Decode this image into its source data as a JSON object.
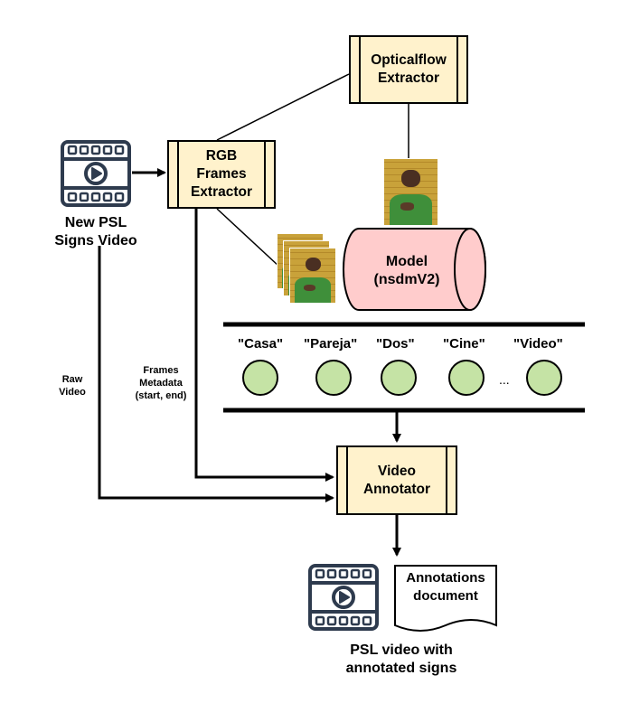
{
  "processes": {
    "opticalflow": "Opticalflow\nExtractor",
    "rgb": "RGB\nFrames\nExtractor",
    "annotator": "Video\nAnnotator"
  },
  "input_label": "New PSL\nSigns Video",
  "model_label": "Model\n(nsdmV2)",
  "edge_labels": {
    "raw_video": "Raw\nVideo",
    "frames_metadata": "Frames\nMetadata\n(start, end)"
  },
  "classes": [
    "\"Casa\"",
    "\"Pareja\"",
    "\"Dos\"",
    "\"Cine\"",
    "\"Video\""
  ],
  "ellipsis": "...",
  "output": {
    "document_label": "Annotations\ndocument",
    "video_label": "PSL video with\nannotated signs"
  },
  "colors": {
    "process_fill": "#fff2cc",
    "model_fill": "#ffcccc",
    "class_node_fill": "#c5e3a5",
    "icon_color": "#2e3b4e"
  },
  "icons": {
    "input_video": "video-file-icon",
    "output_video": "video-file-icon"
  }
}
